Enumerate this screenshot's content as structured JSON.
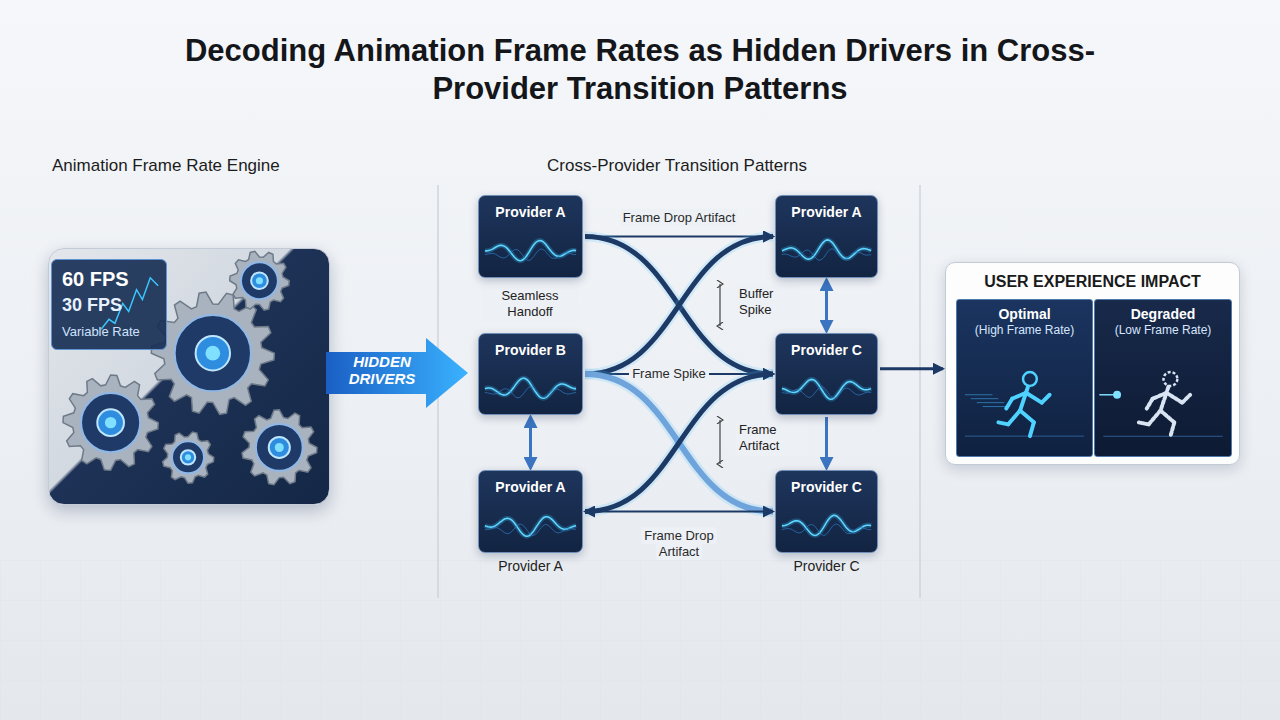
{
  "diagram": {
    "title": "Decoding Animation Frame Rates as Hidden Drivers in Cross-Provider Transition Patterns",
    "nodes": [
      {
        "text": [
          "60 FPS",
          "30 FPS",
          "Variable Rate"
        ]
      },
      {
        "text": [
          "HIDDEN DRIVERS"
        ]
      },
      {
        "text": [
          "Provider A"
        ]
      },
      {
        "text": [
          "Provider A"
        ]
      },
      {
        "text": [
          "Provider B"
        ]
      },
      {
        "text": [
          "Provider C"
        ]
      },
      {
        "text": [
          "Provider A",
          "Provider A"
        ]
      },
      {
        "text": [
          "Provider C",
          "Provider C"
        ]
      },
      {
        "text": [
          "USER EXPERIENCE IMPACT"
        ]
      },
      {
        "text": [
          "Optimal",
          "(High Frame Rate)"
        ],
        "in": 8
      },
      {
        "text": [
          "Degraded",
          "(Low Frame Rate)"
        ],
        "in": 8
      }
    ],
    "edges": [
      {
        "from": 2,
        "to": 3,
        "arrow": "to",
        "label": "Frame Drop Artifact"
      },
      {
        "from": 2,
        "to": 5,
        "arrow": "to"
      },
      {
        "from": 4,
        "to": 3,
        "arrow": "to"
      },
      {
        "from": 4,
        "to": 5,
        "arrow": "to",
        "label": "Frame Spike"
      },
      {
        "from": 4,
        "to": 7,
        "arrow": "to"
      },
      {
        "from": 6,
        "to": 5,
        "arrow": "to"
      },
      {
        "from": 7,
        "to": 6,
        "arrow": "to",
        "label": "Frame Drop Artifact"
      },
      {
        "from": 3,
        "to": 5,
        "arrow": "both"
      },
      {
        "from": 5,
        "to": 7,
        "arrow": "to"
      },
      {
        "from": 4,
        "to": 6,
        "arrow": "both"
      },
      {
        "from": 5,
        "to": 8,
        "arrow": "to"
      }
    ],
    "labels": [
      "Animation Frame Rate Engine",
      "Cross-Provider Transition Patterns",
      "Seamless Handoff",
      "Buffer Spike",
      "Frame Artifact"
    ]
  }
}
